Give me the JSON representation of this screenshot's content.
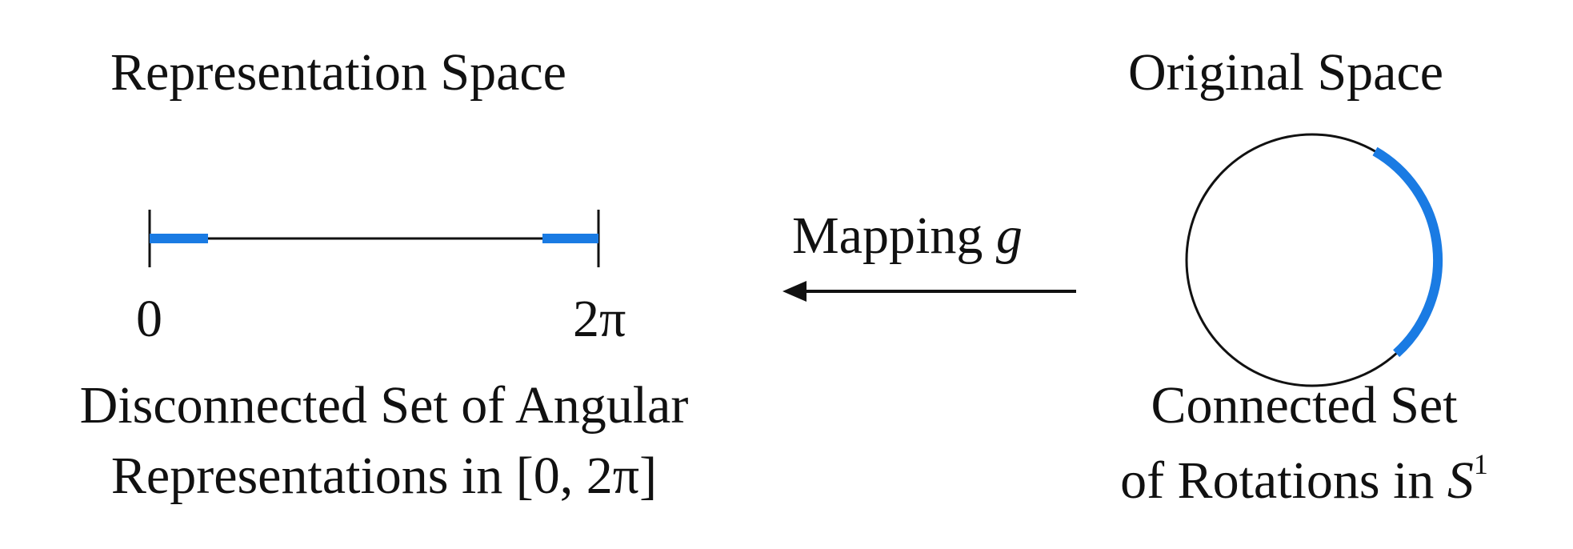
{
  "left_panel": {
    "title": "Representation Space",
    "tick_start": "0",
    "tick_end": "2π",
    "caption_line1": "Disconnected Set of Angular",
    "caption_line2": "Representations in [0, 2π]"
  },
  "arrow": {
    "label": "Mapping",
    "label_symbol": "g"
  },
  "right_panel": {
    "title": "Original Space",
    "caption_line1": "Connected Set",
    "caption_line2_text": "of Rotations in ",
    "caption_symbol": "S",
    "caption_superscript": "1"
  },
  "colors": {
    "highlight": "#1a7be3",
    "line": "#111111"
  }
}
